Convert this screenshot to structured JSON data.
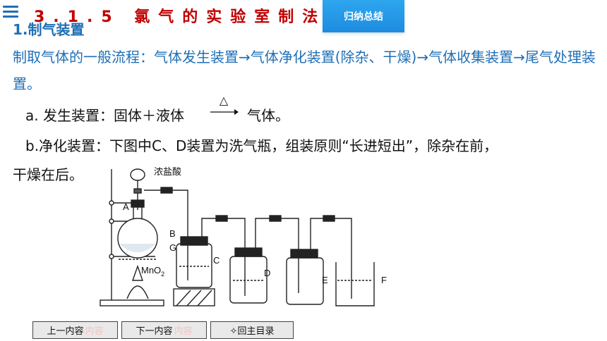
{
  "header": {
    "title": "3.1.5 氯气的实验室制法",
    "tag": "归纳总结"
  },
  "section": {
    "title": "1.制气装置"
  },
  "content": {
    "intro": "制取气体的一般流程：气体发生装置→气体净化装置(除杂、干燥)→气体收集装置→尾气处理装置。",
    "line_a_prefix": "a. 发生装置：固体＋液体",
    "line_a_arrow_symbol": "△",
    "line_a_suffix": "气体。",
    "line_b": "b.净化装置：下图中C、D装置为洗气瓶，组装原则“长进短出”，除杂在前，",
    "line_c": "干燥在后。"
  },
  "diagram": {
    "labels": {
      "acid": "浓盐酸",
      "A": "A",
      "B": "B",
      "G": "G",
      "mno2": "MnO",
      "mno2_sub": "2",
      "C": "C",
      "D": "D",
      "E": "E",
      "F": "F"
    }
  },
  "nav": {
    "prev": "上一内容",
    "prev_ghost": "内容",
    "next": "下一内容",
    "next_ghost": "内容",
    "home": "✧回主目录"
  }
}
